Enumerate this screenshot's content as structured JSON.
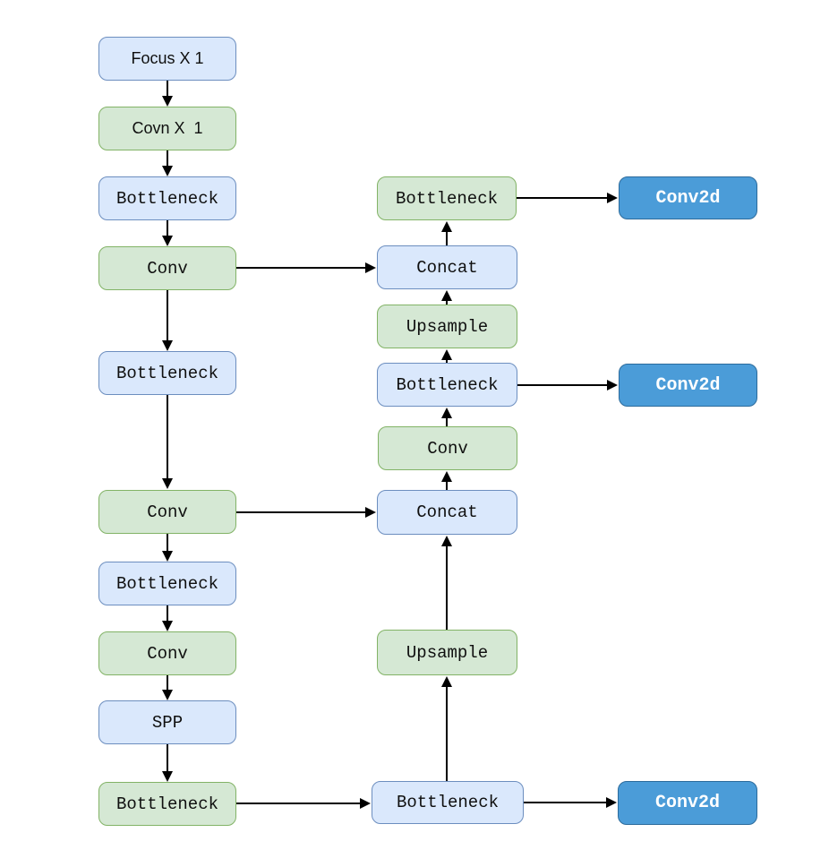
{
  "palette": {
    "node_blue_fill": "#dae8fc",
    "node_blue_border": "#6c8ebf",
    "node_green_fill": "#d5e8d4",
    "node_green_border": "#82b366",
    "node_dark_fill": "#4b9cd8",
    "node_dark_border": "#2c6b9c",
    "node_dark_text": "#ffffff",
    "arrow_color": "#000000"
  },
  "diagram": {
    "nodes": [
      {
        "id": "focus",
        "label": "Focus X 1",
        "color": "blue"
      },
      {
        "id": "covn",
        "label": "Covn X  1",
        "color": "green"
      },
      {
        "id": "bottleneck-backbone-1",
        "label": "Bottleneck",
        "color": "blue"
      },
      {
        "id": "conv-backbone-1",
        "label": "Conv",
        "color": "green"
      },
      {
        "id": "bottleneck-backbone-2",
        "label": "Bottleneck",
        "color": "blue"
      },
      {
        "id": "conv-backbone-2",
        "label": "Conv",
        "color": "green"
      },
      {
        "id": "bottleneck-backbone-3",
        "label": "Bottleneck",
        "color": "blue"
      },
      {
        "id": "conv-backbone-3",
        "label": "Conv",
        "color": "green"
      },
      {
        "id": "spp",
        "label": "SPP",
        "color": "blue"
      },
      {
        "id": "bottleneck-backbone-4",
        "label": "Bottleneck",
        "color": "green"
      },
      {
        "id": "bottleneck-head-top",
        "label": "Bottleneck",
        "color": "green"
      },
      {
        "id": "concat-top",
        "label": "Concat",
        "color": "blue"
      },
      {
        "id": "upsample-top",
        "label": "Upsample",
        "color": "green"
      },
      {
        "id": "bottleneck-head-mid",
        "label": "Bottleneck",
        "color": "blue"
      },
      {
        "id": "conv-head",
        "label": "Conv",
        "color": "green"
      },
      {
        "id": "concat-mid",
        "label": "Concat",
        "color": "blue"
      },
      {
        "id": "upsample-bottom",
        "label": "Upsample",
        "color": "green"
      },
      {
        "id": "bottleneck-head-bottom",
        "label": "Bottleneck",
        "color": "blue"
      },
      {
        "id": "conv2d-top",
        "label": "Conv2d",
        "color": "dark"
      },
      {
        "id": "conv2d-mid",
        "label": "Conv2d",
        "color": "dark"
      },
      {
        "id": "conv2d-bottom",
        "label": "Conv2d",
        "color": "dark"
      }
    ],
    "edges": [
      {
        "from": "focus",
        "to": "covn"
      },
      {
        "from": "covn",
        "to": "bottleneck-backbone-1"
      },
      {
        "from": "bottleneck-backbone-1",
        "to": "conv-backbone-1"
      },
      {
        "from": "conv-backbone-1",
        "to": "bottleneck-backbone-2"
      },
      {
        "from": "bottleneck-backbone-2",
        "to": "conv-backbone-2"
      },
      {
        "from": "conv-backbone-2",
        "to": "bottleneck-backbone-3"
      },
      {
        "from": "bottleneck-backbone-3",
        "to": "conv-backbone-3"
      },
      {
        "from": "conv-backbone-3",
        "to": "spp"
      },
      {
        "from": "spp",
        "to": "bottleneck-backbone-4"
      },
      {
        "from": "conv-backbone-1",
        "to": "concat-top"
      },
      {
        "from": "conv-backbone-2",
        "to": "concat-mid"
      },
      {
        "from": "bottleneck-backbone-4",
        "to": "bottleneck-head-bottom"
      },
      {
        "from": "concat-top",
        "to": "bottleneck-head-top"
      },
      {
        "from": "upsample-top",
        "to": "concat-top"
      },
      {
        "from": "bottleneck-head-mid",
        "to": "upsample-top"
      },
      {
        "from": "conv-head",
        "to": "bottleneck-head-mid"
      },
      {
        "from": "concat-mid",
        "to": "conv-head"
      },
      {
        "from": "upsample-bottom",
        "to": "concat-mid"
      },
      {
        "from": "bottleneck-head-bottom",
        "to": "upsample-bottom"
      },
      {
        "from": "bottleneck-head-top",
        "to": "conv2d-top"
      },
      {
        "from": "bottleneck-head-mid",
        "to": "conv2d-mid"
      },
      {
        "from": "bottleneck-head-bottom",
        "to": "conv2d-bottom"
      }
    ]
  }
}
